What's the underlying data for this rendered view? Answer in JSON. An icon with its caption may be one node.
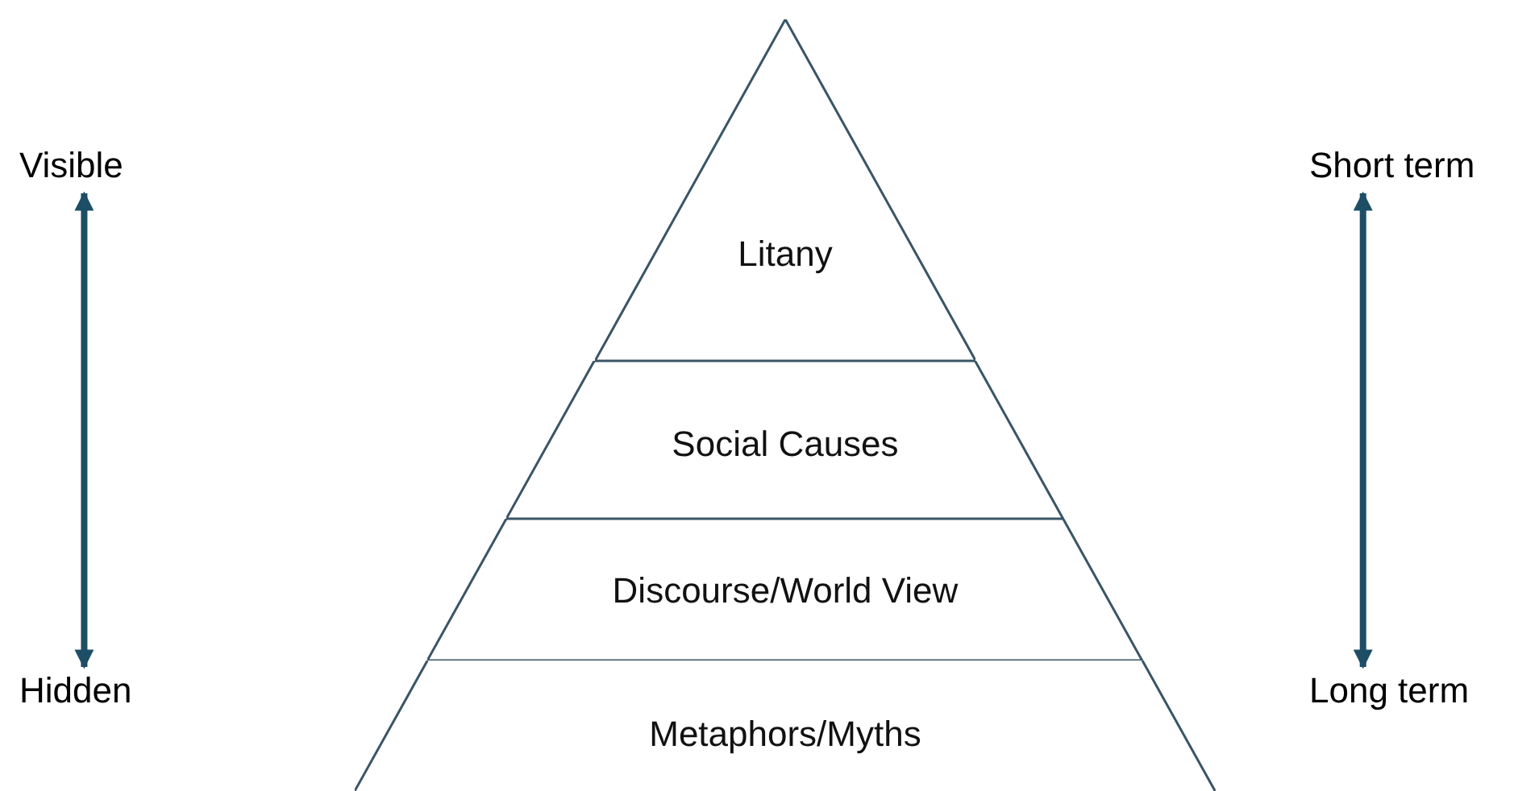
{
  "diagram": {
    "nodes": [
      {
        "text": [
          "Litany"
        ]
      },
      {
        "text": [
          "Social Causes"
        ]
      },
      {
        "text": [
          "Discourse/World View"
        ]
      },
      {
        "text": [
          "Metaphors/Myths"
        ]
      },
      {
        "text": [
          "Visible"
        ]
      },
      {
        "text": [
          "Hidden"
        ]
      },
      {
        "text": [
          "Short term"
        ]
      },
      {
        "text": [
          "Long term"
        ]
      }
    ],
    "edges": [
      {
        "from": 4,
        "to": 5,
        "arrow": "both"
      },
      {
        "from": 6,
        "to": 7,
        "arrow": "both"
      }
    ]
  }
}
